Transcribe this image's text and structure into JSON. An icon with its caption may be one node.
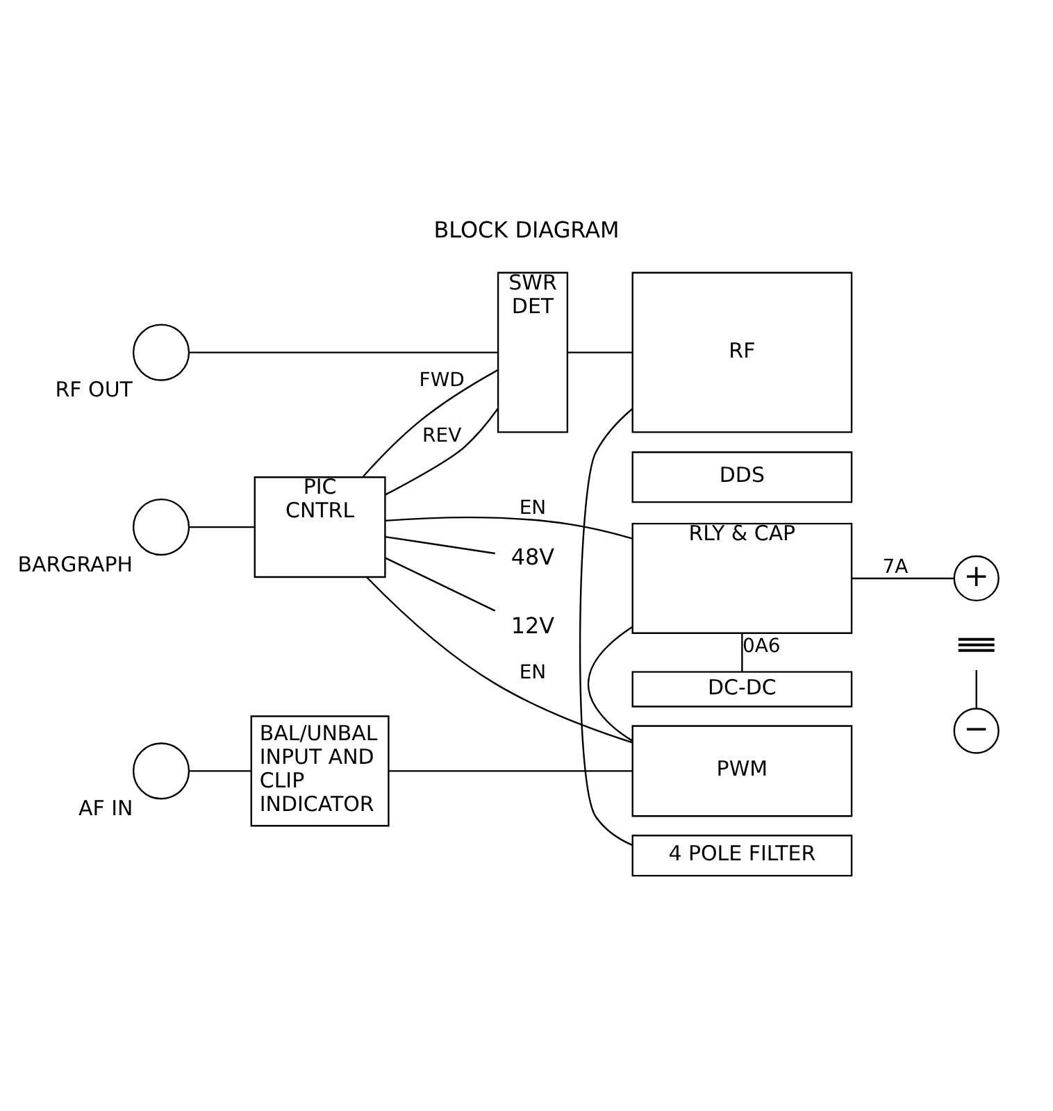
{
  "diagram": {
    "title": "BLOCK DIAGRAM",
    "nodes": [
      {
        "text": [
          "BARGRAPH"
        ]
      },
      {
        "text": [
          "PIC CNTRL"
        ]
      },
      {
        "text": [
          "48V"
        ]
      },
      {
        "text": [
          "12V"
        ]
      },
      {
        "text": [
          "RLY & CAP"
        ]
      },
      {
        "text": [
          "+"
        ]
      },
      {
        "text": [
          "−"
        ]
      },
      {
        "text": [],
        "shape": "ground"
      },
      {
        "text": [
          "AF IN"
        ]
      },
      {
        "text": [
          "BAL/UNBAL INPUT AND CLIP INDICATOR"
        ]
      },
      {
        "text": [
          "DC-DC"
        ]
      },
      {
        "text": [
          "PWM"
        ]
      },
      {
        "text": [
          "4 POLE FILTER"
        ]
      },
      {
        "text": [
          "RF OUT"
        ]
      },
      {
        "text": [
          "SWR DET"
        ]
      },
      {
        "text": [
          "RF"
        ]
      },
      {
        "text": [
          "DDS"
        ]
      }
    ],
    "edges": [
      {
        "from": 0,
        "to": 1,
        "arrow": "none"
      },
      {
        "from": 1,
        "to": 2,
        "arrow": "none"
      },
      {
        "from": 1,
        "to": 3,
        "arrow": "none"
      },
      {
        "from": 1,
        "to": 4,
        "arrow": "none",
        "label": "EN"
      },
      {
        "from": 1,
        "to": 11,
        "arrow": "none",
        "label": "EN"
      },
      {
        "from": 1,
        "to": 14,
        "arrow": "none",
        "label": "FWD"
      },
      {
        "from": 1,
        "to": 14,
        "arrow": "none",
        "label": "REV"
      },
      {
        "from": 4,
        "to": 5,
        "arrow": "none",
        "label": "7A"
      },
      {
        "from": 4,
        "to": 10,
        "arrow": "none",
        "label": "0A6"
      },
      {
        "from": 4,
        "to": 11,
        "arrow": "none"
      },
      {
        "from": 6,
        "to": 7,
        "arrow": "none"
      },
      {
        "from": 8,
        "to": 9,
        "arrow": "none"
      },
      {
        "from": 9,
        "to": 11,
        "arrow": "none"
      },
      {
        "from": 12,
        "to": 15,
        "arrow": "none"
      },
      {
        "from": 13,
        "to": 14,
        "arrow": "none"
      },
      {
        "from": 14,
        "to": 15,
        "arrow": "none"
      }
    ]
  }
}
